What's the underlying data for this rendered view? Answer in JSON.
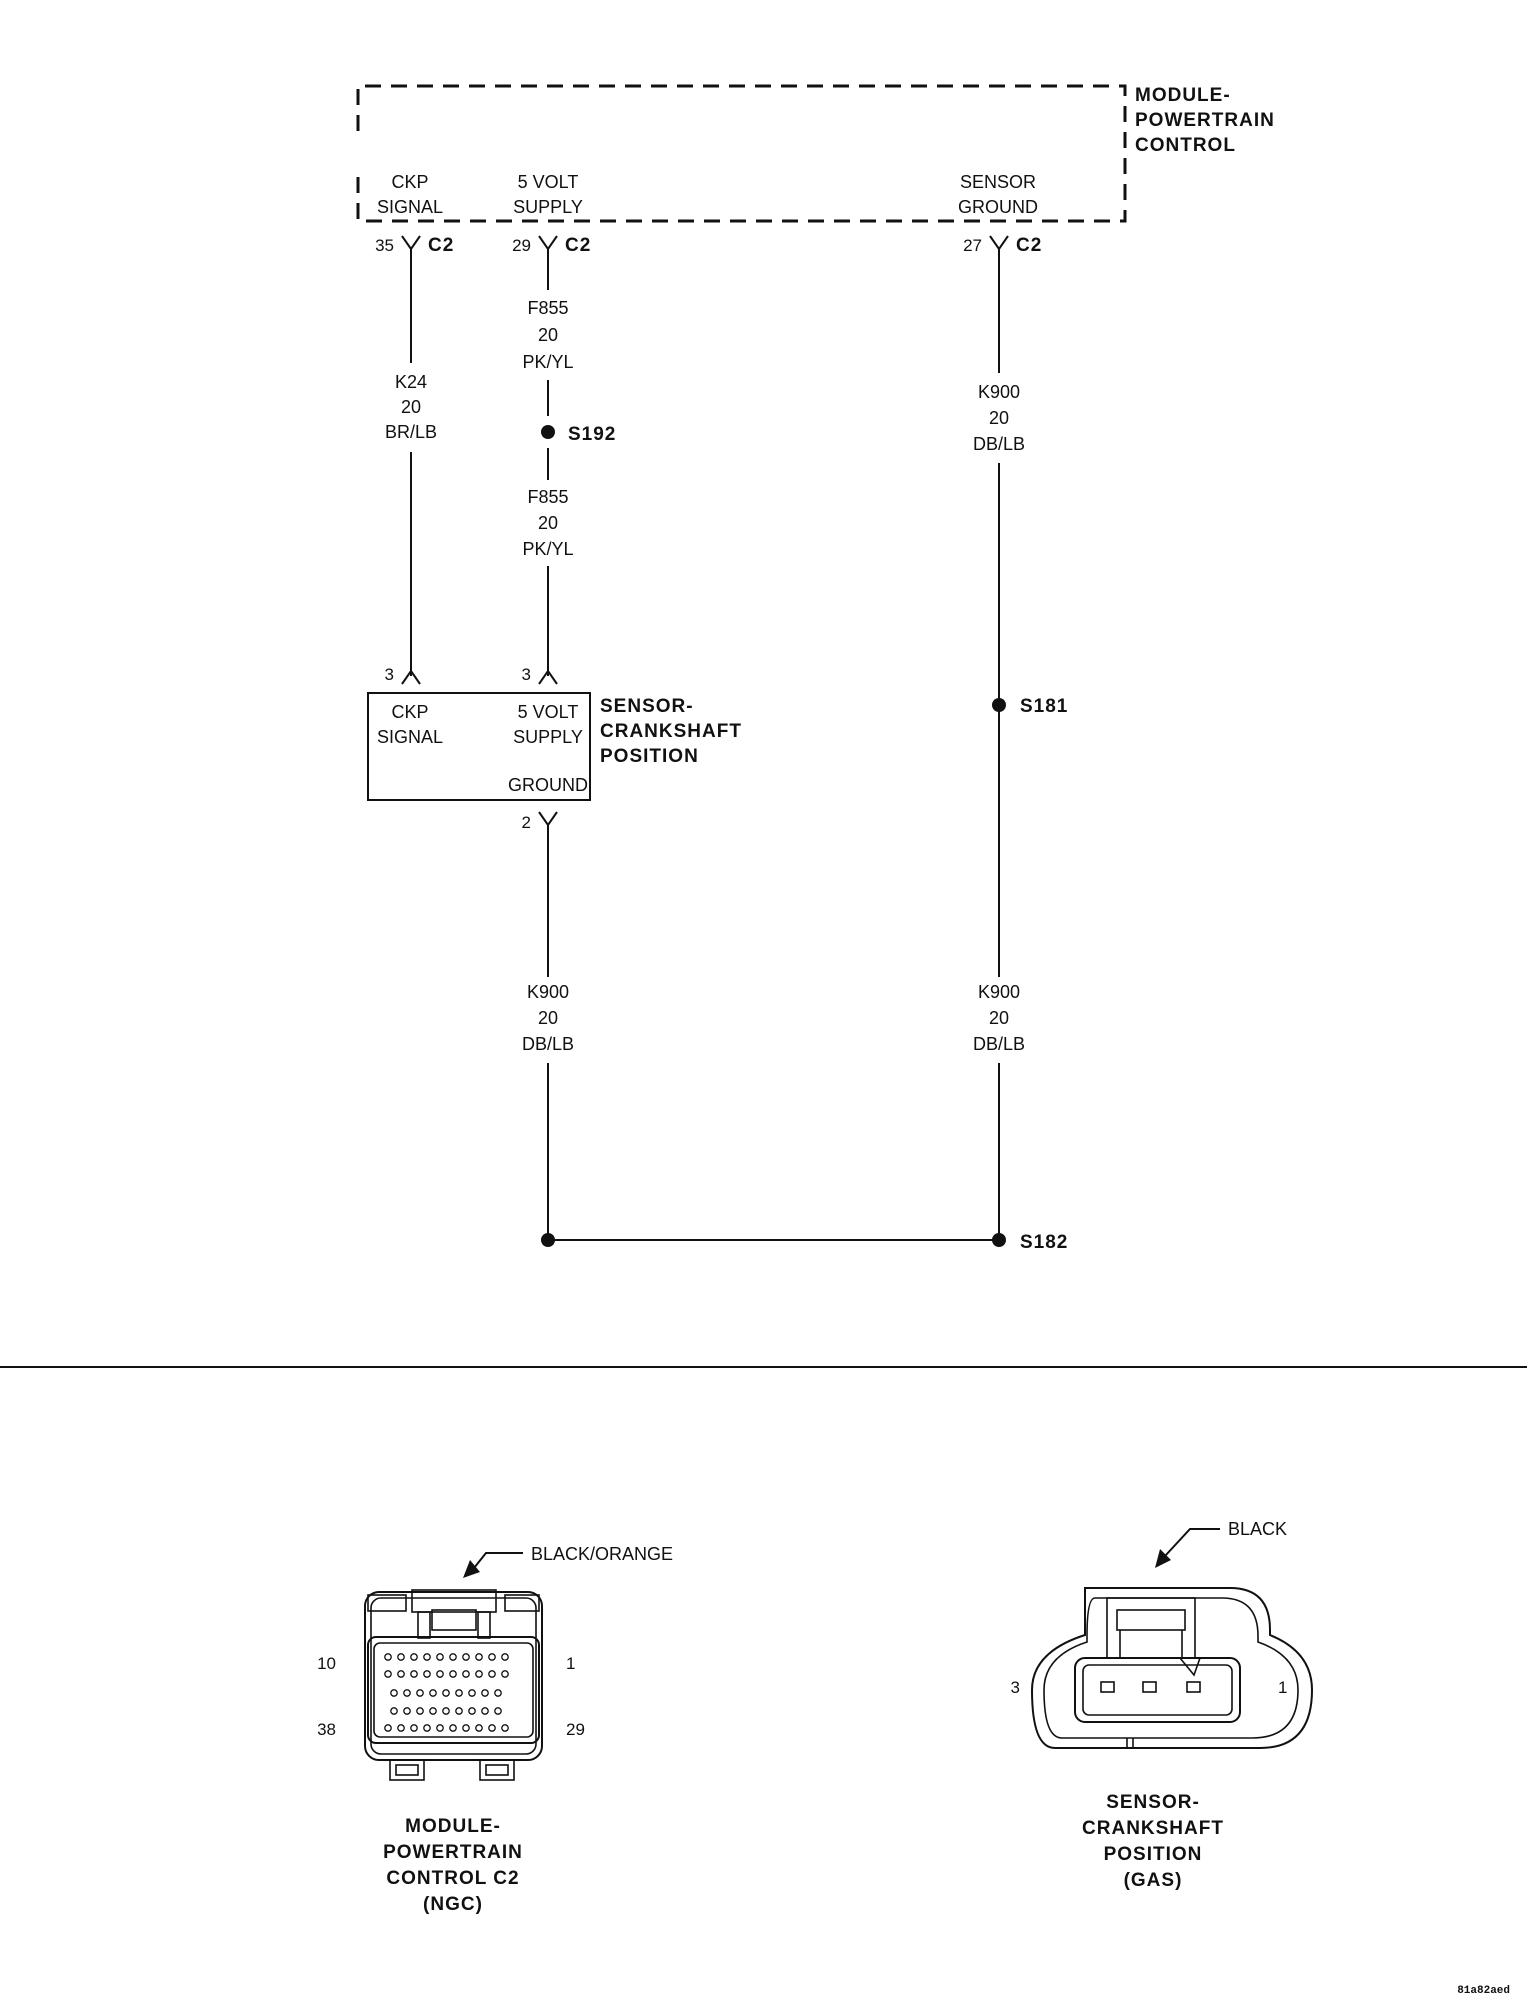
{
  "pcm": {
    "name_lines": [
      "MODULE-",
      "POWERTRAIN",
      "CONTROL"
    ],
    "pins": [
      {
        "label_lines": [
          "CKP",
          "SIGNAL"
        ],
        "pin": "35",
        "connector": "C2"
      },
      {
        "label_lines": [
          "5 VOLT",
          "SUPPLY"
        ],
        "pin": "29",
        "connector": "C2"
      },
      {
        "label_lines": [
          "SENSOR",
          "GROUND"
        ],
        "pin": "27",
        "connector": "C2"
      }
    ]
  },
  "wires": {
    "k24": [
      "K24",
      "20",
      "BR/LB"
    ],
    "f855_upper": [
      "F855",
      "20",
      "PK/YL"
    ],
    "f855_lower": [
      "F855",
      "20",
      "PK/YL"
    ],
    "k900_right_upper": [
      "K900",
      "20",
      "DB/LB"
    ],
    "k900_left_lower": [
      "K900",
      "20",
      "DB/LB"
    ],
    "k900_right_lower": [
      "K900",
      "20",
      "DB/LB"
    ]
  },
  "splices": {
    "s192": "S192",
    "s181": "S181",
    "s182": "S182"
  },
  "sensor": {
    "name_lines": [
      "SENSOR-",
      "CRANKSHAFT",
      "POSITION"
    ],
    "ckp_lines": [
      "CKP",
      "SIGNAL"
    ],
    "supply_lines": [
      "5 VOLT",
      "SUPPLY"
    ],
    "ground_label": "GROUND",
    "pin_ckp": "3",
    "pin_supply": "3",
    "pin_ground": "2"
  },
  "connector_pcm": {
    "color": "BLACK/ORANGE",
    "pins": [
      "10",
      "1",
      "38",
      "29"
    ],
    "caption_lines": [
      "MODULE-",
      "POWERTRAIN",
      "CONTROL C2",
      "(NGC)"
    ]
  },
  "connector_ckp": {
    "color": "BLACK",
    "pins": [
      "3",
      "1"
    ],
    "caption_lines": [
      "SENSOR-",
      "CRANKSHAFT",
      "POSITION",
      "(GAS)"
    ]
  },
  "figure_id": "81a82aed"
}
